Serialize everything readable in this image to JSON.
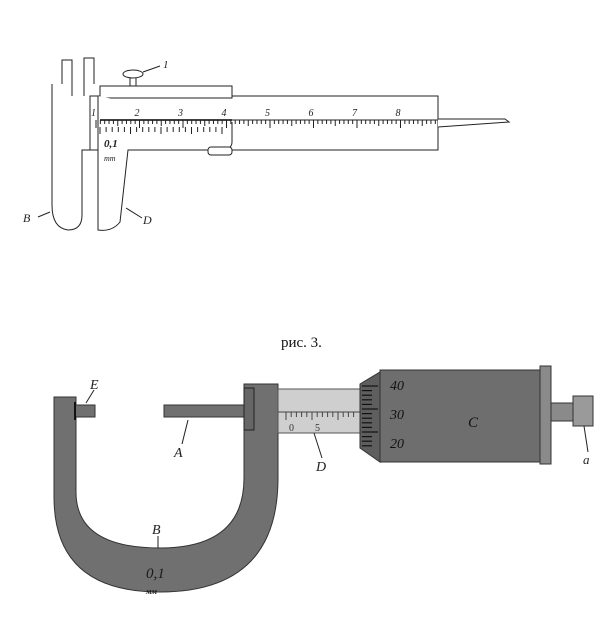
{
  "caliper": {
    "scale_numbers": [
      "1",
      "2",
      "3",
      "4",
      "5",
      "6",
      "7",
      "8"
    ],
    "screw_label": "1",
    "vernier_value": "0,1",
    "vernier_unit": "mm",
    "label_b": "B",
    "label_d": "D"
  },
  "caption": "рис. 3.",
  "micrometer": {
    "label_e": "E",
    "label_a_spindle": "A",
    "label_b": "B",
    "label_c": "C",
    "label_d": "D",
    "label_a_ratchet": "a",
    "sleeve_numbers": [
      "0",
      "5"
    ],
    "thimble_numbers": [
      "40",
      "30",
      "20"
    ],
    "frame_value": "0,1",
    "frame_unit": "мм"
  }
}
